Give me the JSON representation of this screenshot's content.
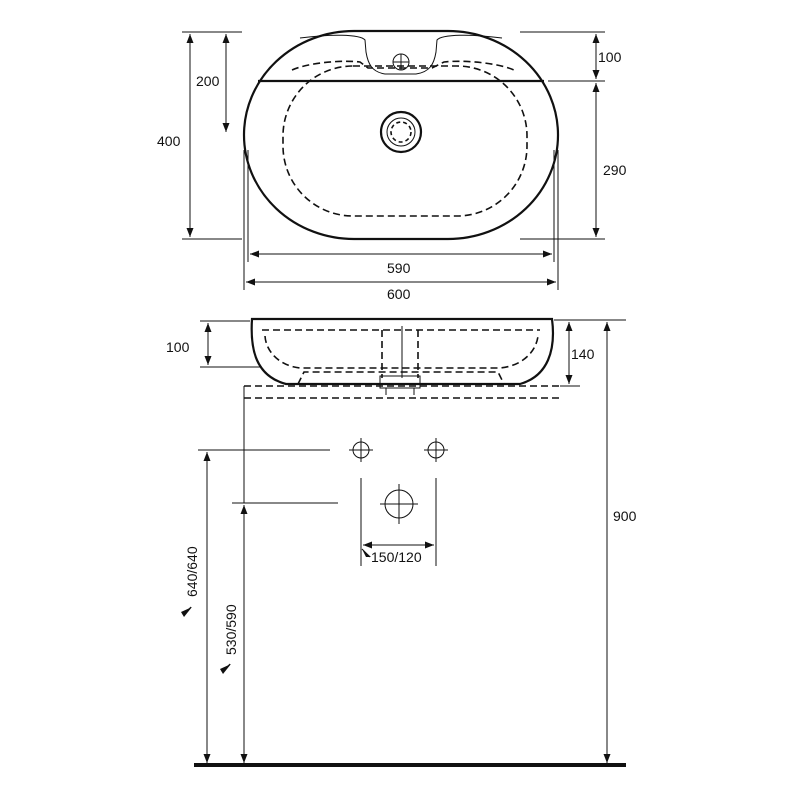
{
  "top_view": {
    "dim_top_strip": "100",
    "dim_tap_offset": "200",
    "dim_total_depth": "400",
    "dim_bowl_depth": "290",
    "dim_inner_width": "590",
    "dim_total_width": "600"
  },
  "side_view": {
    "dim_bowl_height": "100",
    "dim_total_height": "140",
    "dim_floor_to_top": "900"
  },
  "wall_view": {
    "dim_supply_spacing": "150/120",
    "dim_supply_height": "640/640",
    "dim_drain_height": "530/590"
  }
}
